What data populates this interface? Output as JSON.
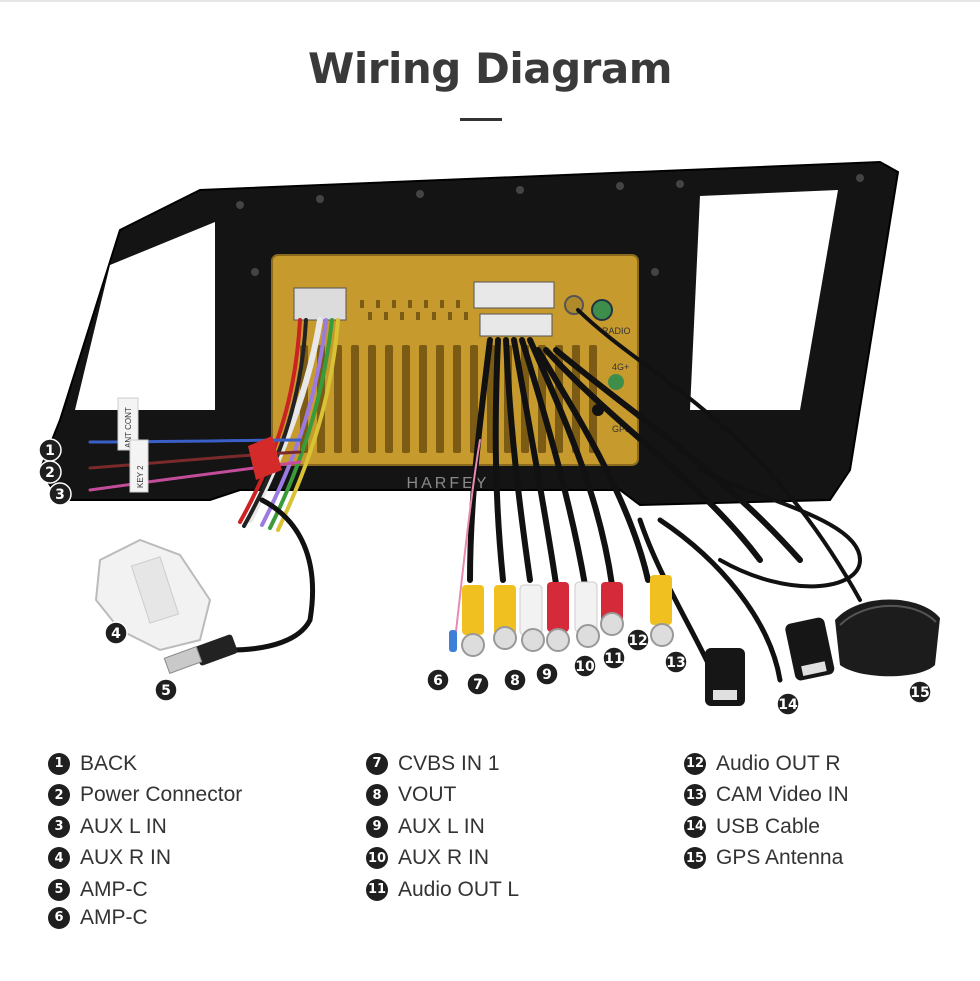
{
  "title": "Wiring Diagram",
  "brand_watermark": "HARFEY",
  "unit_labels": {
    "radio": "RADIO",
    "fourg": "4G+",
    "gps": "GPS",
    "ant_cont": "ANT CONT",
    "key2": "KEY 2"
  },
  "callouts": [
    "1",
    "2",
    "3",
    "4",
    "5",
    "6",
    "7",
    "8",
    "9",
    "10",
    "11",
    "12",
    "13",
    "14",
    "15"
  ],
  "legend": [
    [
      {
        "num": "1",
        "label": "BACK"
      },
      {
        "num": "2",
        "label": "Power Connector"
      },
      {
        "num": "3",
        "label": "AUX L IN"
      },
      {
        "num": "4",
        "label": "AUX R IN"
      },
      {
        "num": "5",
        "label": "AMP-C"
      },
      {
        "num": "6",
        "label": "AMP-C"
      }
    ],
    [
      {
        "num": "7",
        "label": "CVBS IN 1"
      },
      {
        "num": "8",
        "label": "VOUT"
      },
      {
        "num": "9",
        "label": "AUX L IN"
      },
      {
        "num": "10",
        "label": "AUX R IN"
      },
      {
        "num": "11",
        "label": "Audio OUT L"
      }
    ],
    [
      {
        "num": "12",
        "label": "Audio OUT R"
      },
      {
        "num": "13",
        "label": "CAM Video IN"
      },
      {
        "num": "14",
        "label": "USB Cable"
      },
      {
        "num": "15",
        "label": "GPS Antenna"
      }
    ]
  ]
}
